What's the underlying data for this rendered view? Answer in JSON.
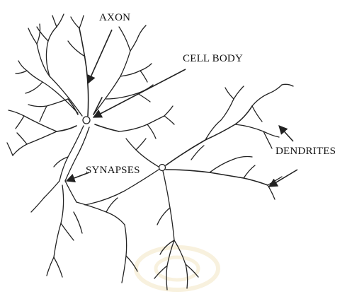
{
  "labels": {
    "axon": "AXON",
    "cell_body": "CELL BODY",
    "dendrites": "DENDRITES",
    "synapses": "SYNAPSES"
  },
  "colors": {
    "ink": "#222222",
    "background": "#ffffff",
    "watermark": "#f3e6c4"
  }
}
